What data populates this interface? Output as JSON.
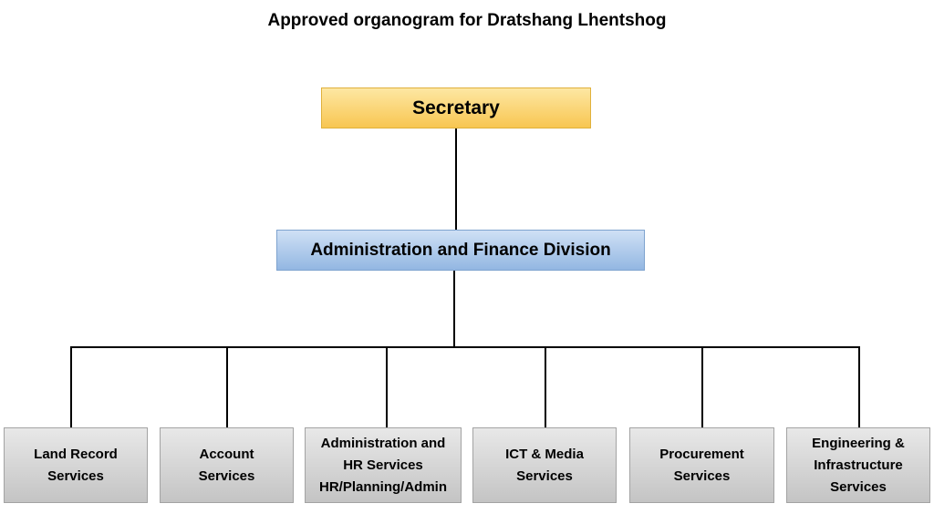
{
  "title": "Approved organogram for Dratshang Lhentshog",
  "nodes": {
    "secretary": "Secretary",
    "division": "Administration and Finance Division",
    "units": [
      "Land Record\nServices",
      "Account\nServices",
      "Administration and\nHR Services\nHR/Planning/Admin",
      "ICT & Media\nServices",
      "Procurement\nServices",
      "Engineering &\nInfrastructure\nServices"
    ]
  },
  "colors": {
    "secretary_fill": "#f8c651",
    "division_fill": "#93b7e2",
    "unit_fill": "#c4c4c4",
    "connector": "#000000"
  }
}
